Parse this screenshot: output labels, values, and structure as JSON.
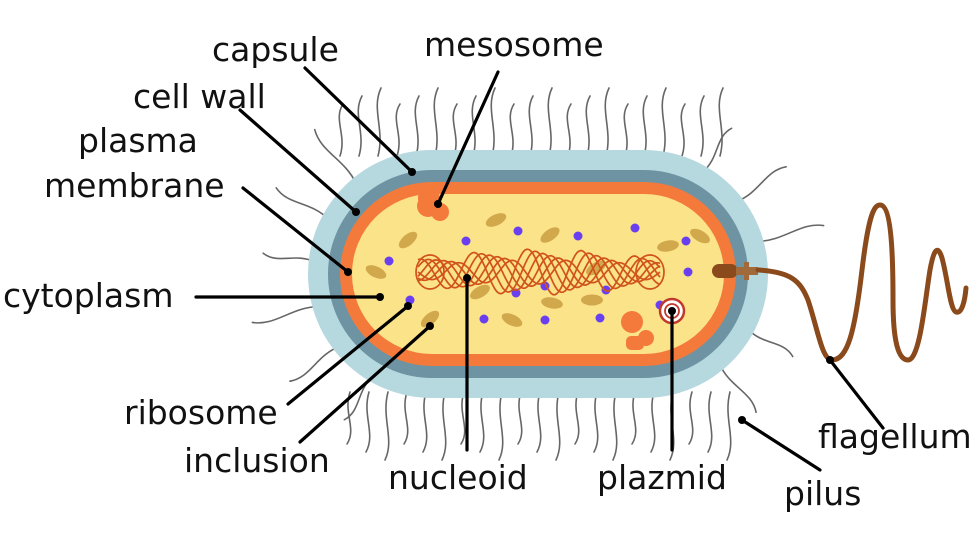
{
  "labels": {
    "capsule": "capsule",
    "cell_wall": "cell wall",
    "plasma_membrane_line1": "plasma",
    "plasma_membrane_line2": "membrane",
    "cytoplasm": "cytoplasm",
    "ribosome": "ribosome",
    "inclusion": "inclusion",
    "nucleoid": "nucleoid",
    "plazmid": "plazmid",
    "pilus": "pilus",
    "flagellum": "flagellum",
    "mesosome": "mesosome"
  },
  "colors": {
    "capsule": "#b6d8df",
    "cell_wall": "#6e93a3",
    "plasma_membrane": "#f47a3c",
    "cytoplasm": "#fbe38a",
    "nucleoid": "#d0531b",
    "ribosome": "#6a3ff0",
    "inclusion": "#d2a84c",
    "pilus": "#666666",
    "flagellum": "#8a4a1c",
    "plazmid": "#c0392b",
    "leader_line": "#000000"
  }
}
